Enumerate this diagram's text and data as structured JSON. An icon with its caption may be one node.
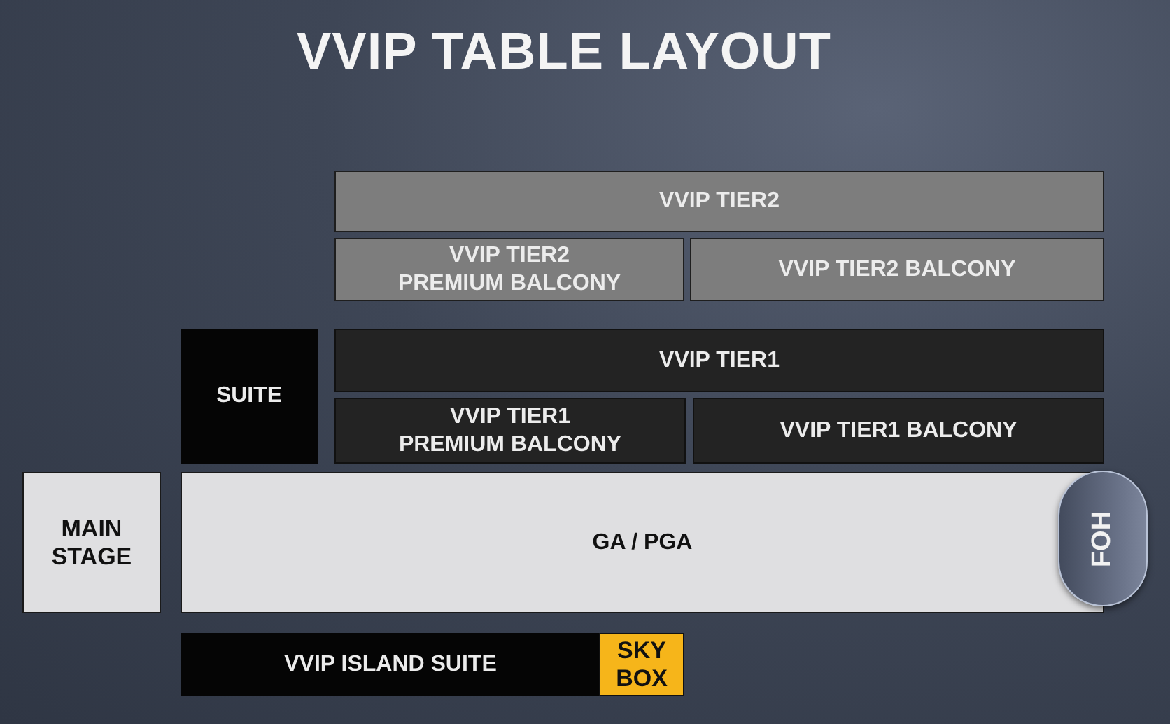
{
  "diagram": {
    "title": "VVIP TABLE LAYOUT",
    "nodes": [
      {
        "text": [
          "VVIP TIER2"
        ]
      },
      {
        "text": [
          "VVIP TIER2 PREMIUM BALCONY"
        ]
      },
      {
        "text": [
          "VVIP TIER2 BALCONY"
        ]
      },
      {
        "text": [
          "SUITE"
        ]
      },
      {
        "text": [
          "VVIP TIER1"
        ]
      },
      {
        "text": [
          "VVIP TIER1 PREMIUM BALCONY"
        ]
      },
      {
        "text": [
          "VVIP TIER1 BALCONY"
        ]
      },
      {
        "text": [
          "MAIN STAGE"
        ]
      },
      {
        "text": [
          "GA / PGA"
        ]
      },
      {
        "text": [
          "FOH"
        ]
      },
      {
        "text": [
          "VVIP ISLAND SUITE"
        ]
      },
      {
        "text": [
          "SKY BOX"
        ]
      }
    ]
  }
}
